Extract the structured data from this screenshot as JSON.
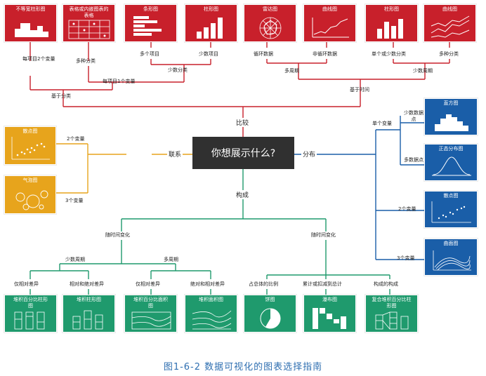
{
  "center": "你想展示什么?",
  "branches": {
    "top": "比较",
    "left": "联系",
    "right": "分布",
    "bottom": "构成"
  },
  "caption": "图1-6-2  数据可视化的图表选择指南",
  "compare": {
    "cards": [
      "不等宽柱形图",
      "表格或内嵌图表的表格",
      "条形图",
      "柱形图",
      "雷达图",
      "曲线图",
      "柱形图",
      "曲线图"
    ],
    "l1": [
      "每项目2个变量",
      "多种分类",
      "多个项目",
      "少数项目",
      "循环数据",
      "非循环数据",
      "单个或少数分类",
      "多种分类"
    ],
    "l2": [
      "少数分类",
      "多周期",
      "少数周期"
    ],
    "l3": [
      "每项目1个变量"
    ],
    "l4": [
      "基于分类",
      "基于时间"
    ]
  },
  "relation": {
    "cards": [
      "散点图",
      "气泡图"
    ],
    "labels": [
      "2个变量",
      "3个变量"
    ]
  },
  "distribution": {
    "cards": [
      "直方图",
      "正态分布图",
      "散点图",
      "曲面图"
    ],
    "single": "单个变量",
    "labels": [
      "少数数据点",
      "多数据点",
      "2个变量",
      "3个变量"
    ]
  },
  "composition": {
    "l1": [
      "随时间变化",
      "随时间变化"
    ],
    "l2": [
      "少数周期",
      "多周期"
    ],
    "l3": [
      "仅相对差异",
      "相对和绝对差异",
      "仅相对差异",
      "绝对和相对差异",
      "占总体的比例",
      "累计或扣减到总计",
      "构成的构成"
    ],
    "cards": [
      "堆积百分比柱形图",
      "堆积柱形图",
      "堆积百分比面积图",
      "堆积面积图",
      "饼图",
      "瀑布图",
      "复合堆积百分比柱形图"
    ]
  },
  "colors": {
    "compare": "#c8202b",
    "relation": "#e7a41c",
    "distribution": "#1a5ea8",
    "composition": "#1f9a6d"
  }
}
